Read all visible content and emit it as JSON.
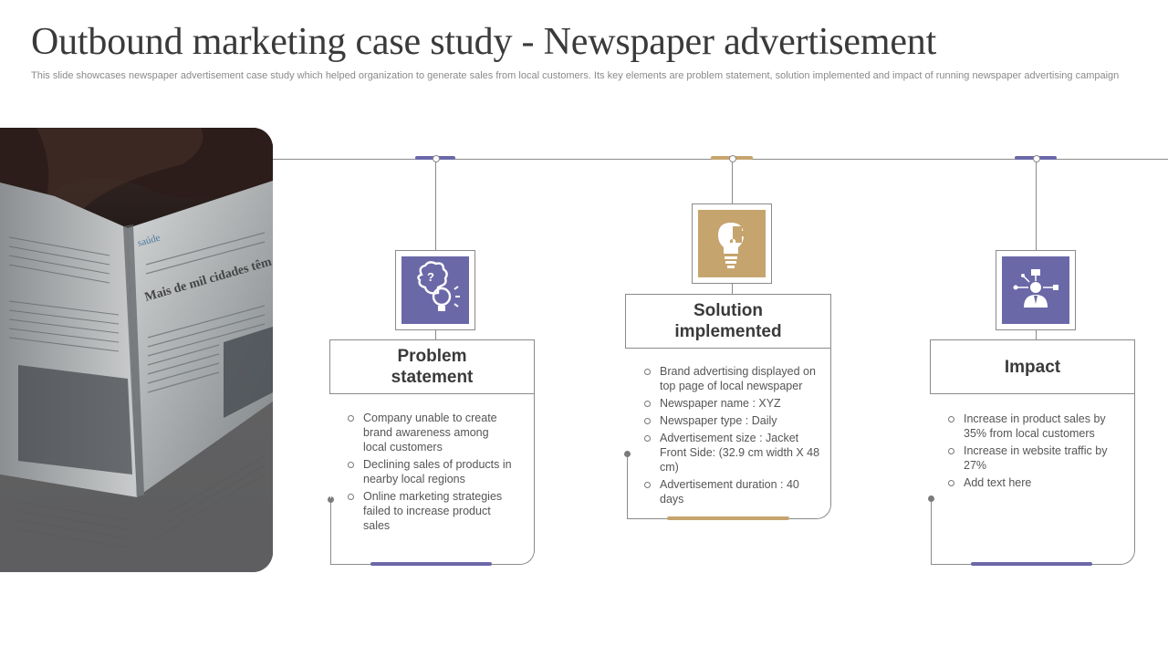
{
  "header": {
    "title": "Outbound marketing case study - Newspaper advertisement",
    "subtitle": "This slide showcases newspaper advertisement case study which helped organization to generate sales from local customers. Its key elements are problem statement, solution implemented and impact of running newspaper advertising campaign"
  },
  "colors": {
    "purple": "#6b68a8",
    "gold": "#c6a46e",
    "line": "#8a8a8a",
    "text": "#555555"
  },
  "cards": [
    {
      "heading": "Problem statement",
      "icon": "brain-question-bulb-icon",
      "accent": "purple",
      "bullets": [
        "Company unable to create brand awareness among local customers",
        "Declining sales of products in nearby local regions",
        "Online marketing strategies failed to increase product sales"
      ]
    },
    {
      "heading": "Solution implemented",
      "icon": "bulb-puzzle-icon",
      "accent": "gold",
      "bullets": [
        "Brand advertising displayed on top page of local newspaper",
        "Newspaper name : XYZ",
        "Newspaper type : Daily",
        "Advertisement size : Jacket Front Side: (32.9 cm width X 48 cm)",
        "Advertisement duration : 40 days"
      ]
    },
    {
      "heading": "Impact",
      "icon": "businessman-network-icon",
      "accent": "purple",
      "bullets": [
        "Increase in product sales by 35% from local customers",
        "Increase in website traffic by 27%",
        "Add text here"
      ]
    }
  ],
  "photo": {
    "newspaper_headline": "Mais de mil cidades têm abastecimento de",
    "newspaper_masthead": "saúde"
  }
}
